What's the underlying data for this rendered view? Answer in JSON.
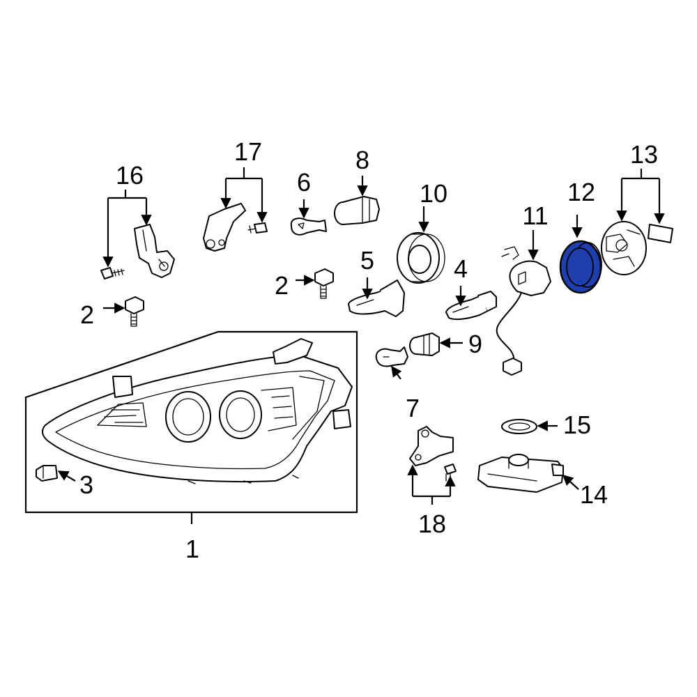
{
  "diagram": {
    "highlight_color": "#1f3fae",
    "highlighted_part": "12",
    "callouts": {
      "c1": "1",
      "c2a": "2",
      "c2b": "2",
      "c3": "3",
      "c4": "4",
      "c5": "5",
      "c6": "6",
      "c7": "7",
      "c8": "8",
      "c9": "9",
      "c10": "10",
      "c11": "11",
      "c12": "12",
      "c13": "13",
      "c14": "14",
      "c15": "15",
      "c16": "16",
      "c17": "17",
      "c18": "18"
    }
  }
}
